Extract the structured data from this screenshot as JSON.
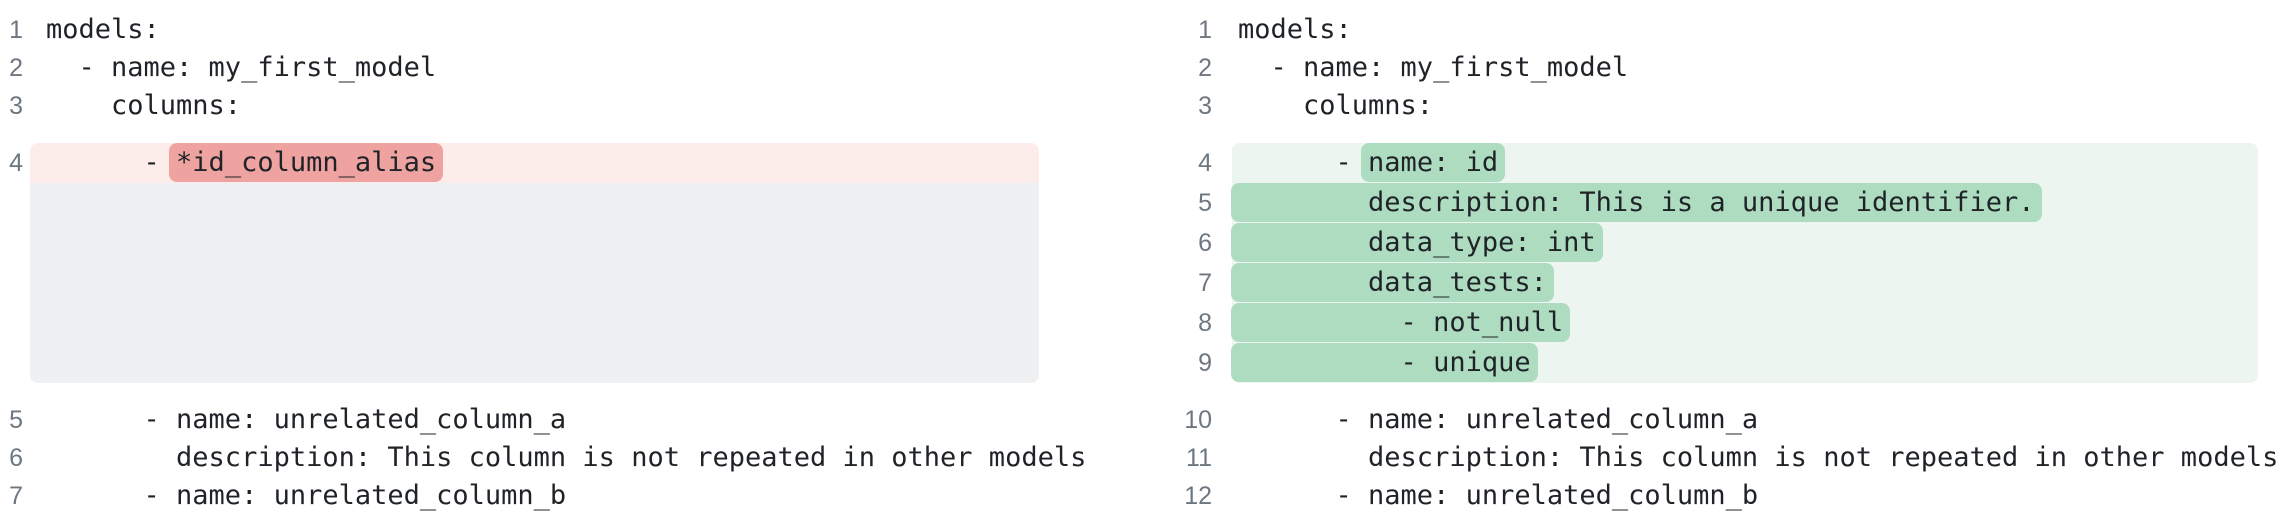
{
  "diff": {
    "view": "side-by-side-yaml-diff",
    "colors": {
      "background": "#ffffff",
      "line_number_color": "#6e7781",
      "code_text_color": "#1f2328",
      "removed_line_bg": "#fcecea",
      "removed_token_bg": "#efa3a1",
      "added_line_bg": "#ecf5ef",
      "added_token_bg": "#aedcc0",
      "collapsed_region_bg": "#eef0f1"
    },
    "left": {
      "lines": [
        {
          "num": "1",
          "text": "models:"
        },
        {
          "num": "2",
          "text": "  - name: my_first_model"
        },
        {
          "num": "3",
          "text": "    columns:"
        },
        {
          "num": "4",
          "prefix": "      - ",
          "removed": "*id_column_alias"
        },
        {
          "num": "5",
          "text": "      - name: unrelated_column_a"
        },
        {
          "num": "6",
          "text": "        description: This column is not repeated in other models"
        },
        {
          "num": "7",
          "text": "      - name: unrelated_column_b"
        }
      ]
    },
    "right": {
      "lines": [
        {
          "num": "1",
          "text": "models:"
        },
        {
          "num": "2",
          "text": "  - name: my_first_model"
        },
        {
          "num": "3",
          "text": "    columns:"
        },
        {
          "num": "4",
          "prefix": "      - ",
          "added": "name: id"
        },
        {
          "num": "5",
          "added": "        description: This is a unique identifier."
        },
        {
          "num": "6",
          "added": "        data_type: int"
        },
        {
          "num": "7",
          "added": "        data_tests:"
        },
        {
          "num": "8",
          "added": "          - not_null"
        },
        {
          "num": "9",
          "added": "          - unique"
        },
        {
          "num": "10",
          "text": "      - name: unrelated_column_a"
        },
        {
          "num": "11",
          "text": "        description: This column is not repeated in other models"
        },
        {
          "num": "12",
          "text": "      - name: unrelated_column_b"
        }
      ]
    }
  }
}
